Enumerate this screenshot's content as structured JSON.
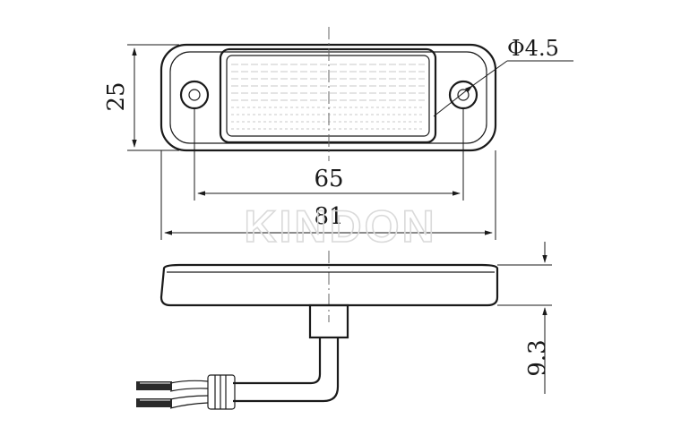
{
  "dimensions": {
    "height": "25",
    "hole_spacing": "65",
    "overall_length": "81",
    "hole_diameter": "Φ4.5",
    "depth": "9.3"
  },
  "watermark": "KINDON"
}
